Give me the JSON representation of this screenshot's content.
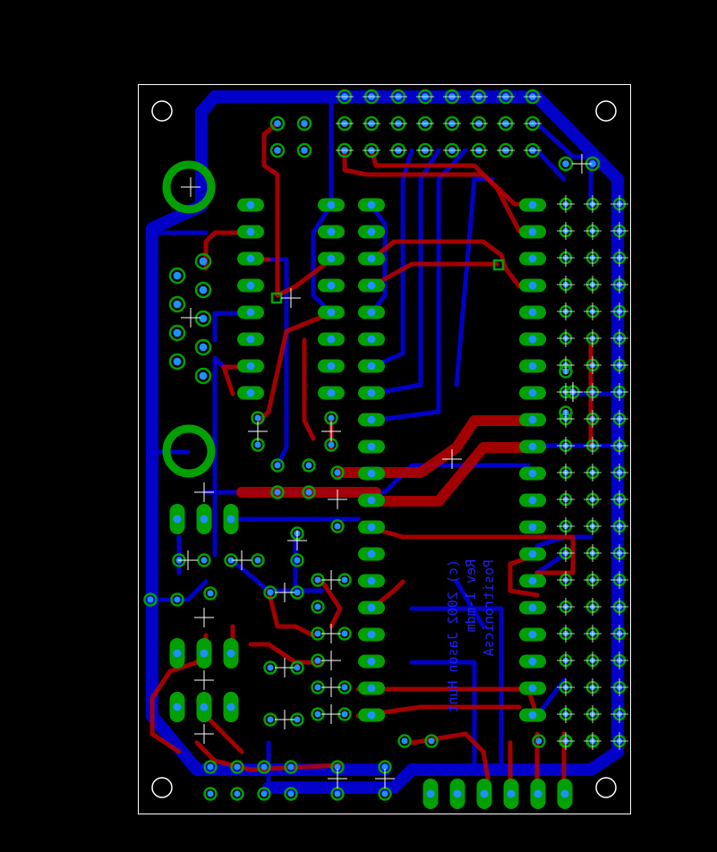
{
  "pcb": {
    "silkscreen_lines": [
      "PositronicsA",
      "Rev 1-mdm",
      "(c) 2002 Jason Hunt"
    ],
    "colors": {
      "background": "#000000",
      "outline": "#ffffff",
      "bottom_copper": "#0000c8",
      "top_copper": "#b40000",
      "pad": "#00a000",
      "drill": "#1e90ff",
      "marker": "#ffffff"
    }
  }
}
